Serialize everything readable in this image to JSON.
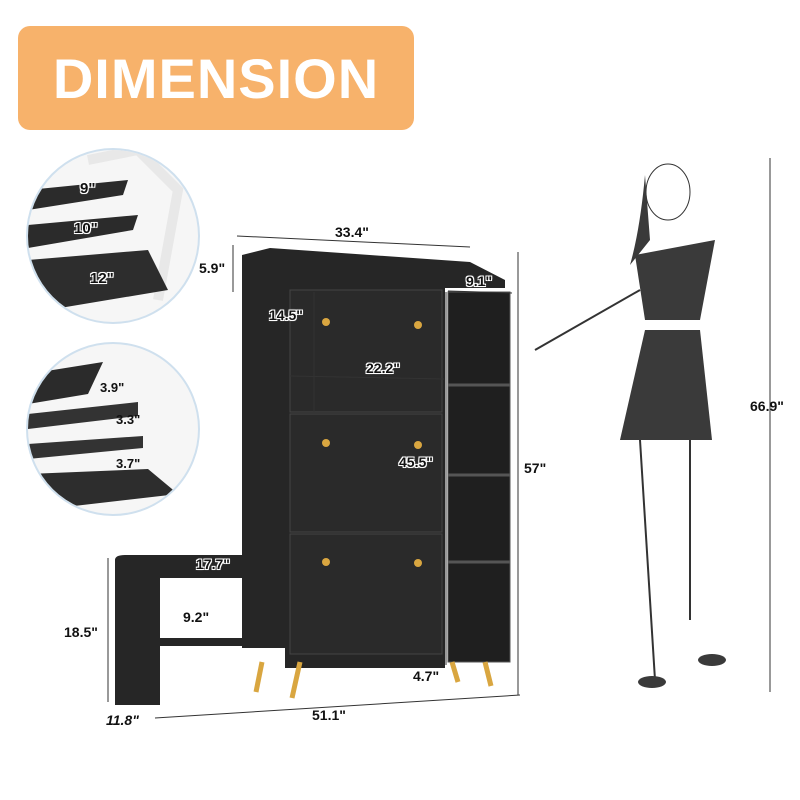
{
  "header": {
    "title": "DIMENSION",
    "badge_color": "#f7b26b"
  },
  "insets": {
    "shelf_depths": {
      "labels": [
        "9\"",
        "10\"",
        "12\""
      ]
    },
    "shelf_heights": {
      "labels": [
        "3.9\"",
        "3.3\"",
        "3.7\""
      ]
    }
  },
  "cabinet": {
    "top_width": "33.4\"",
    "top_rail_height": "5.9\"",
    "side_shelf_width": "9.1\"",
    "drawer_height": "14.5\"",
    "drawer_width": "22.2\"",
    "drawer_stack_height": "45.5\"",
    "cabinet_height": "57\"",
    "leg_height": "4.7\""
  },
  "bench": {
    "seat_width": "17.7\"",
    "shelf_gap": "9.2\"",
    "height": "18.5\"",
    "depth": "11.8\""
  },
  "overall": {
    "total_width": "51.1\""
  },
  "figure": {
    "person_height": "66.9\""
  },
  "colors": {
    "furniture": "#262626",
    "handle": "#d9a640",
    "dim_line": "#333333"
  }
}
